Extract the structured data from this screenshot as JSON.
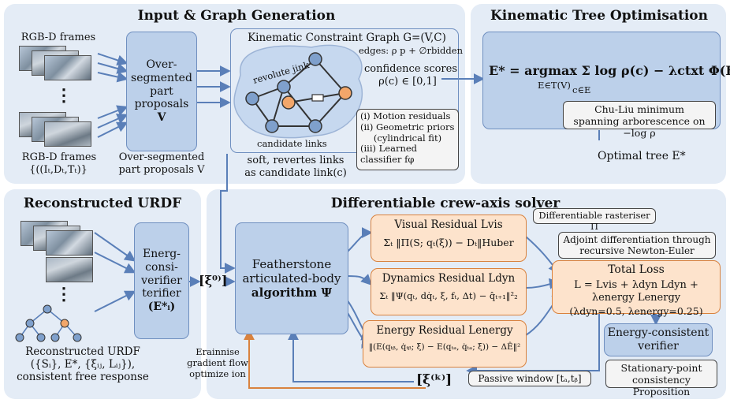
{
  "panels": {
    "input": {
      "title": "Input & Graph Generation"
    },
    "tree": {
      "title": "Kinematic Tree Optimisation"
    },
    "urdf": {
      "title": "Reconstructed URDF"
    },
    "solver": {
      "title": "Differentiable crew-axis solver"
    }
  },
  "input": {
    "rgbd_top": "RGB-D frames",
    "dots": "⋮",
    "rgbd_bottom": "RGB-D frames",
    "rgbd_set": "{((Iₜ,Dₜ,Tₜ)}",
    "proposals_box": [
      "Over-",
      "segmented",
      "part",
      "proposals",
      "V"
    ],
    "proposals_caption": [
      "Over-segmented",
      "part proposals V"
    ],
    "graph_title": "Kinematic Constraint Graph G=(V,C)",
    "edges_label": "edges: ρ  p  +  ∅rbidden",
    "revolute": "revolute jink",
    "candidate": "candidate links",
    "confidence": [
      "confidence scores",
      "ρ(c) ∈ [0,1]"
    ],
    "criteria": [
      "(i) Motion residuals",
      "(ii) Geometric priors",
      "(cylindrical fit)",
      "(iii) Learned classifier fφ"
    ],
    "soft_caption": [
      "soft, revertes links",
      "as candidate link(c)"
    ]
  },
  "tree": {
    "equation": "E* = argmax  Σ  log ρ(c) − λctxt Φ(E)",
    "eq_sub_argmax": "E∈T(V)",
    "eq_sub_sum": "c∈E",
    "callout": [
      "Chu-Liu minimum",
      "spanning arborescence on −log ρ"
    ],
    "optimal": "Optimal tree E*"
  },
  "urdf": {
    "dots": "⋮",
    "verifier_box": [
      "Energ-",
      "consi-",
      "verifier",
      "terifier",
      "(E*ᵢ)"
    ],
    "caption": [
      "Reconstructed URDF",
      "({Sᵢ}, E*, {ξᵢⱼ, Lᵢⱼ}),",
      "consistent free response"
    ]
  },
  "solver": {
    "xi0": "[ξ⁰⁾]",
    "featherstone": [
      "Featherstone",
      "articulated-body",
      "algorithm Ψ"
    ],
    "visual_title": "Visual Residual Lvis",
    "visual_eq": "Σₜ ‖Π(S; qₜ(ξ)) − Dₜ‖Huber",
    "dyn_title": "Dynamics Residual Ldyn",
    "dyn_eq": "Σₜ ‖Ψ(qₜ, dq̇ₜ, ξ, fₜ, Δt) − q̂ₜ₊₁‖²₂",
    "energy_title": "Energy Residual Lenergy",
    "energy_eq": "‖(E(qₜᵦ, q̇ₜᵦ; ξ) − E(qₜₐ, q̇ₜₐ; ξ)) − ΔÊ‖²",
    "rasteriser": "Differentiable rasteriser Π",
    "adjoint": [
      "Adjoint differentiation through",
      "recursive Newton-Euler"
    ],
    "total_title": "Total Loss",
    "total_eq": "L = Lvis + λdyn Ldyn + λenergy Lenergy",
    "total_params": "(λdyn=0.5, λenergy=0.25)",
    "energy_verifier": [
      "Energy-consistent",
      "verifier"
    ],
    "stationary": [
      "Stationary-point",
      "consistency Proposition"
    ],
    "passive": "Passive window [tₐ,tᵦ]",
    "xik": "[ξ⁽ᵏ⁾]",
    "erainnise": [
      "Erainnise",
      "gradient flow",
      "optimize ion"
    ]
  },
  "colors": {
    "panel": "#e4ecf6",
    "blue_box": "#bcd0ea",
    "blue_edge": "#6f8fc0",
    "orange_box": "#fde3cc",
    "orange_edge": "#d9823e",
    "arrow": "#5a7fb8",
    "orange_arrow": "#d9823e",
    "node_blue": "#7fa0cc",
    "node_orange": "#f2a66a"
  }
}
